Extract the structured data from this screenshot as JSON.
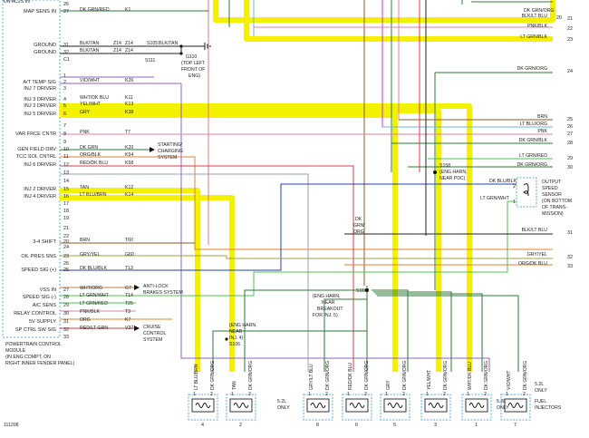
{
  "figure_id": "111208",
  "pcm": {
    "title_lines": [
      "POWERTRAIN CONTROL",
      "MODULE",
      "(IN ENG COMPT, ON",
      "RIGHT INNER FENDER PANEL)"
    ],
    "pin_labels": [
      {
        "label": "MAP SENS IN",
        "pin": "27",
        "wire": "DK GRN/RED",
        "circuit": "K1"
      },
      {
        "label": "GROUND",
        "pin": "31",
        "wire": "BLK/TAN",
        "circuit": "Z14"
      },
      {
        "label": "GROUND",
        "pin": "32",
        "wire": "BLK/TAN",
        "circuit": "Z14"
      },
      {
        "label": "A/T TEMP SIG",
        "pin": "2",
        "wire": "VIO/WHT",
        "circuit": "K26"
      },
      {
        "label": "INJ 7 DRIVER",
        "pin": "3",
        "wire": "",
        "circuit": ""
      },
      {
        "label": "INJ 3 DRIVER",
        "pin": "4",
        "wire": "WHT/DK BLU",
        "circuit": "K11"
      },
      {
        "label": "INJ 2 DRIVER",
        "pin": "5",
        "wire": "YEL/WHT",
        "circuit": "K13"
      },
      {
        "label": "INJ 5 DRIVER",
        "pin": "6",
        "wire": "GRY",
        "circuit": "K38"
      },
      {
        "label": "VAR FRCE CNTR",
        "pin": "8",
        "wire": "PNK",
        "circuit": "T7"
      },
      {
        "label": "GEN FIELD DRV",
        "pin": "10",
        "wire": "DK GRN",
        "circuit": "K20"
      },
      {
        "label": "TCC SOL CNTRL",
        "pin": "11",
        "wire": "ORG/BLK",
        "circuit": "K54"
      },
      {
        "label": "INJ 6 DRIVER",
        "pin": "12",
        "wire": "RED/DK BLU",
        "circuit": "K58"
      },
      {
        "label": "INJ 2 DRIVER",
        "pin": "15",
        "wire": "TAN",
        "circuit": "K12"
      },
      {
        "label": "INJ 4 DRIVER",
        "pin": "16",
        "wire": "LT BLU/BRN",
        "circuit": "K14"
      },
      {
        "label": "3-4 SHIFT",
        "pin": "20",
        "wire": "BRN",
        "circuit": "T60"
      },
      {
        "label": "OIL PRES SNS",
        "pin": "23",
        "wire": "GRY/YEL",
        "circuit": "G60"
      },
      {
        "label": "SPEED SIG (+)",
        "pin": "25",
        "wire": "DK BLU/BLK",
        "circuit": "T13"
      },
      {
        "label": "VSS IN",
        "pin": "27",
        "wire": "WHT/ORG",
        "circuit": "G7"
      },
      {
        "label": "SPEED SIG (-)",
        "pin": "28",
        "wire": "LT GRN/WHT",
        "circuit": "T14"
      },
      {
        "label": "A/C SENS",
        "pin": "29",
        "wire": "LT GRN/RED",
        "circuit": "T25"
      },
      {
        "label": "RELAY CONTROL",
        "pin": "30",
        "wire": "PNK/BLK",
        "circuit": "T3"
      },
      {
        "label": "5V SUPPLY",
        "pin": "31",
        "wire": "ORG",
        "circuit": "K7"
      },
      {
        "label": "SP CTRL SW SIG",
        "pin": "32",
        "wire": "RED/LT GRN",
        "circuit": "V37"
      }
    ],
    "extra_pins": [
      "26",
      "C1",
      "1",
      "7",
      "9",
      "13",
      "14",
      "17",
      "18",
      "19",
      "21",
      "22",
      "24",
      "26",
      "33"
    ]
  },
  "splices": {
    "s105": "S105",
    "s111": "S111",
    "g110": [
      "G110",
      "(TOP LEFT",
      "FRONT OF",
      "ENG)"
    ],
    "s158": [
      "S158",
      "(ENG HARN,",
      "NEAR PDC)"
    ],
    "s110": [
      "S110",
      "(ENG HARN,",
      "NEAR",
      "BREAKOUT",
      "FOR INJ. 5)"
    ],
    "s106": [
      "(ENG HARN,",
      "NEAR",
      "INJ. 4)",
      "S106"
    ]
  },
  "callouts": {
    "starting": [
      "STARTING/",
      "CHARGING",
      "SYSTEM"
    ],
    "antilock": [
      "ANTI-LOCK",
      "BRAKES SYSTEM"
    ],
    "cruise": [
      "CRUISE",
      "CONTROL",
      "SYSTEM"
    ],
    "output_speed": [
      "OUTPUT",
      "SPEED",
      "SENSOR",
      "(ON BOTTOM",
      "OF TRANS-",
      "MISSION)"
    ],
    "fuel_inj": [
      "5.2L",
      "ONLY",
      "FUEL",
      "INJECTORS"
    ],
    "only_52_a": [
      "5.2L",
      "ONLY"
    ],
    "only_52_b": [
      "5.2L",
      "ONLY"
    ]
  },
  "right_wires": [
    {
      "wire": "BLK/LT BLU",
      "pin": "21"
    },
    {
      "wire": "PNK/BLK",
      "pin": "22"
    },
    {
      "wire": "LT GRN/BLK",
      "pin": "23"
    },
    {
      "wire": "DK GRN/ORG",
      "pin": "24"
    },
    {
      "wire": "BRN",
      "pin": "25"
    },
    {
      "wire": "LT BLU/ORG",
      "pin": "26"
    },
    {
      "wire": "PNK",
      "pin": "27"
    },
    {
      "wire": "DK GRN/BLK",
      "pin": "28"
    },
    {
      "wire": "LT GRN/RED",
      "pin": "29"
    },
    {
      "wire": "DK GRN/ORG",
      "pin": "30"
    },
    {
      "wire": "BLK/LT BLU",
      "pin": "31"
    },
    {
      "wire": "GRY/YEL",
      "pin": "32"
    },
    {
      "wire": "ORG/DK BLU",
      "pin": "33"
    }
  ],
  "top_right": {
    "label": "DK GRN/ORG",
    "pin": "20"
  },
  "sensor_wires": {
    "a": "DK BLU/BLK",
    "b": "LT GRN/WHT"
  },
  "vertical_labels": {
    "dk_grn_org": [
      "DK",
      "GRN/",
      "ORG"
    ],
    "dk_grn_org2": [
      "DK GRN/",
      "ORG"
    ]
  },
  "injectors": [
    {
      "num": "4",
      "wire_a": "LT BLU/BRN",
      "wire_b": "DK GRN/ORG"
    },
    {
      "num": "2",
      "wire_a": "TAN",
      "wire_b": "DK GRN/ORG"
    },
    {
      "num": "8",
      "wire_a": "GRY/LT BLU",
      "wire_b": "DK GRN/ORG"
    },
    {
      "num": "6",
      "wire_a": "RED/DK BLU",
      "wire_b": "DK GRN/ORG"
    },
    {
      "num": "5",
      "wire_a": "GRY",
      "wire_b": "DK GRN/ORG"
    },
    {
      "num": "3",
      "wire_a": "YEL/WHT",
      "wire_b": "DK GRN/ORG"
    },
    {
      "num": "1",
      "wire_a": "WHT/DK BLU",
      "wire_b": "DK GRN/ORG"
    },
    {
      "num": "7",
      "wire_a": "VIO/WHT",
      "wire_b": "DK GRN/ORG"
    }
  ],
  "colors": {
    "highlight": "#f3f000",
    "dkgrn": "#2f7a3a",
    "box": "#5aa8d8"
  }
}
